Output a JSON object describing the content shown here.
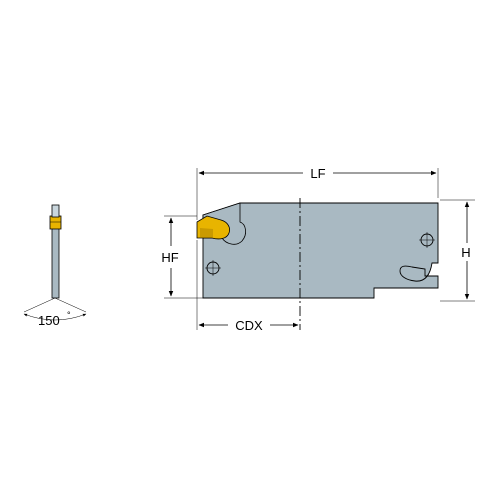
{
  "labels": {
    "lf": "LF",
    "hf": "HF",
    "h": "H",
    "cdx": "CDX",
    "angle": "150",
    "angle_mark": "°"
  },
  "colors": {
    "body": "#A9B9C2",
    "insert": "#E8B400",
    "insert_dark": "#8A6A00",
    "outline": "#000000"
  }
}
